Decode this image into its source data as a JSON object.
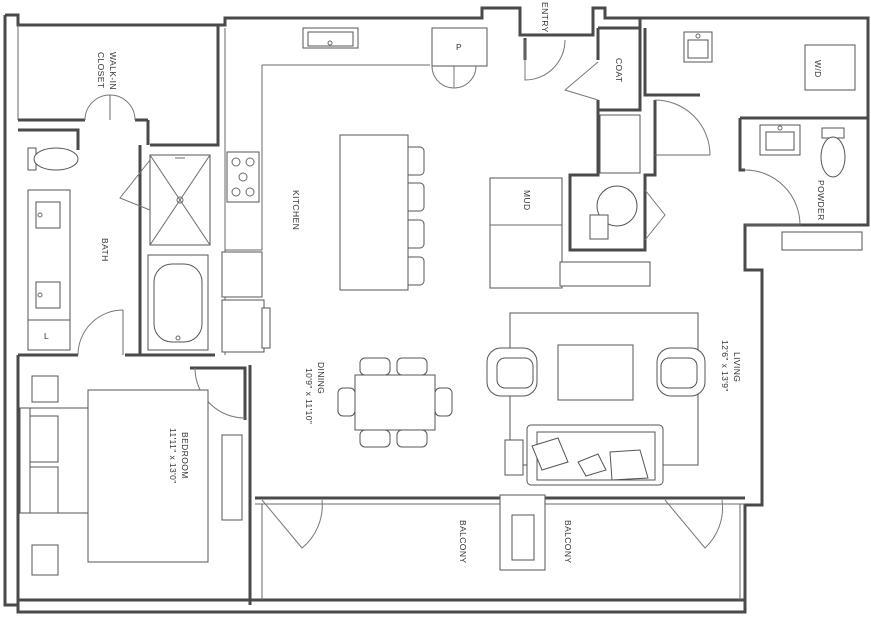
{
  "rooms": {
    "walk_in_closet": {
      "line1": "WALK-IN",
      "line2": "CLOSET"
    },
    "bath": "BATH",
    "kitchen": "KITCHEN",
    "entry": "ENTRY",
    "coat": "COAT",
    "pantry": "P",
    "mud": "MUD",
    "powder": "POWDER",
    "laundry": "W/D",
    "linen": "L",
    "dining": {
      "name": "DINING",
      "dimensions": "10'9\" x 11'10\""
    },
    "living": {
      "name": "LIVING",
      "dimensions": "12'6\" x 13'9\""
    },
    "bedroom": {
      "name": "BEDROOM",
      "dimensions": "11'11\" x 13'0\""
    },
    "balcony_left": "BALCONY",
    "balcony_right": "BALCONY"
  },
  "colors": {
    "wall": "#4a4a4a",
    "line": "#6a6a6a",
    "background": "#ffffff"
  }
}
